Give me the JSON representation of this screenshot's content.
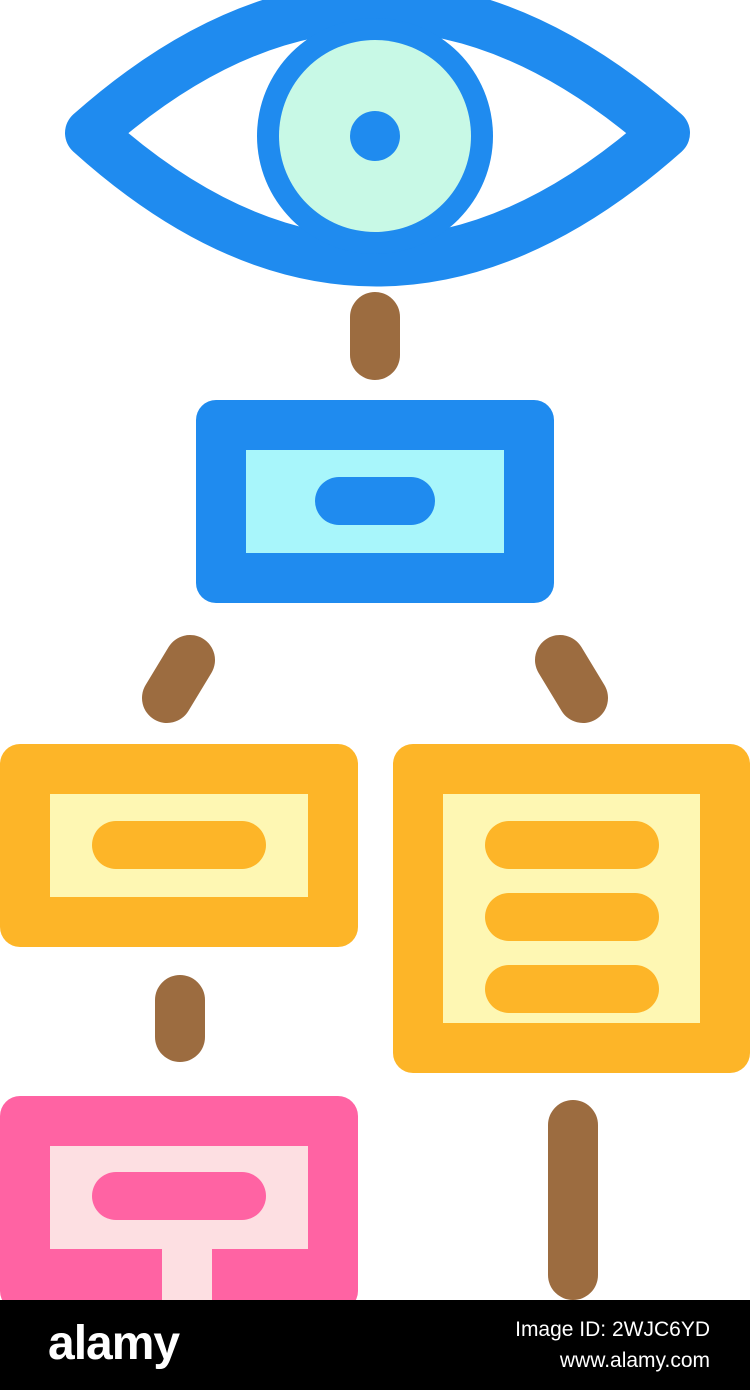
{
  "colors": {
    "eye_blue": "#1F8BEF",
    "iris_mint": "#C8F9E6",
    "box_blue": "#1F8BEF",
    "box_blue_fill": "#A8F6FB",
    "box_orange": "#FDB528",
    "box_orange_fill": "#FEF7B3",
    "box_pink": "#FF63A3",
    "box_pink_fill": "#FDDFE2",
    "connector_brown": "#9C6C40",
    "footer_bg": "#000000"
  },
  "icon": {
    "name": "decision-tree-vision-icon",
    "nodes": [
      "eye-icon",
      "root-box",
      "left-box",
      "right-list-box",
      "bottom-box"
    ]
  },
  "footer": {
    "brand": "alamy",
    "image_id": "Image ID: 2WJC6YD",
    "site": "www.alamy.com"
  }
}
